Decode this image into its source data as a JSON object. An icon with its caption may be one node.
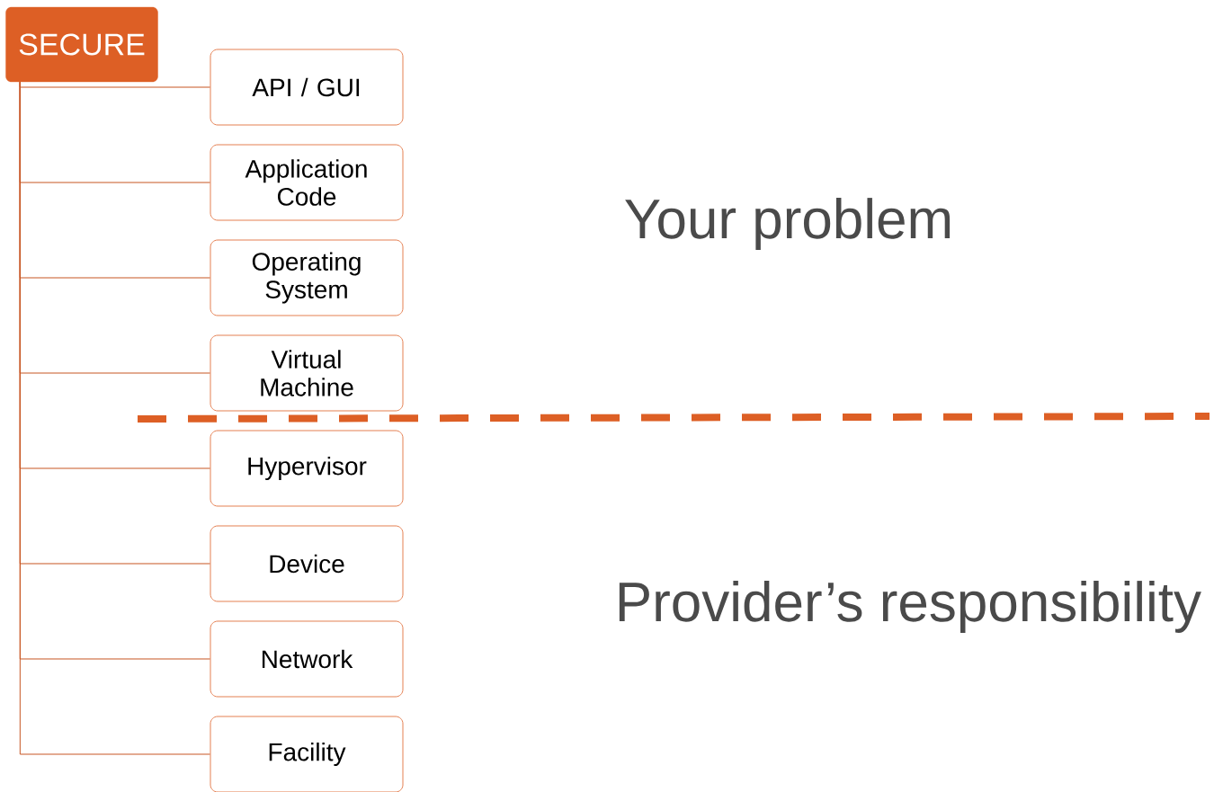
{
  "diagram": {
    "nodes": [
      {
        "text": [
          "SECURE"
        ]
      },
      {
        "text": [
          "API / GUI"
        ]
      },
      {
        "text": [
          "Application Code"
        ]
      },
      {
        "text": [
          "Operating System"
        ]
      },
      {
        "text": [
          "Virtual Machine"
        ]
      },
      {
        "text": [
          "Hypervisor"
        ]
      },
      {
        "text": [
          "Device"
        ]
      },
      {
        "text": [
          "Network"
        ]
      },
      {
        "text": [
          "Facility"
        ]
      }
    ],
    "edges": [
      {
        "from": 0,
        "to": 1,
        "arrow": "none"
      },
      {
        "from": 0,
        "to": 2,
        "arrow": "none"
      },
      {
        "from": 0,
        "to": 3,
        "arrow": "none"
      },
      {
        "from": 0,
        "to": 4,
        "arrow": "none"
      },
      {
        "from": 0,
        "to": 5,
        "arrow": "none"
      },
      {
        "from": 0,
        "to": 6,
        "arrow": "none"
      },
      {
        "from": 0,
        "to": 7,
        "arrow": "none"
      },
      {
        "from": 0,
        "to": 8,
        "arrow": "none"
      }
    ],
    "labels": [
      "Your problem",
      "Provider’s responsibility"
    ]
  }
}
